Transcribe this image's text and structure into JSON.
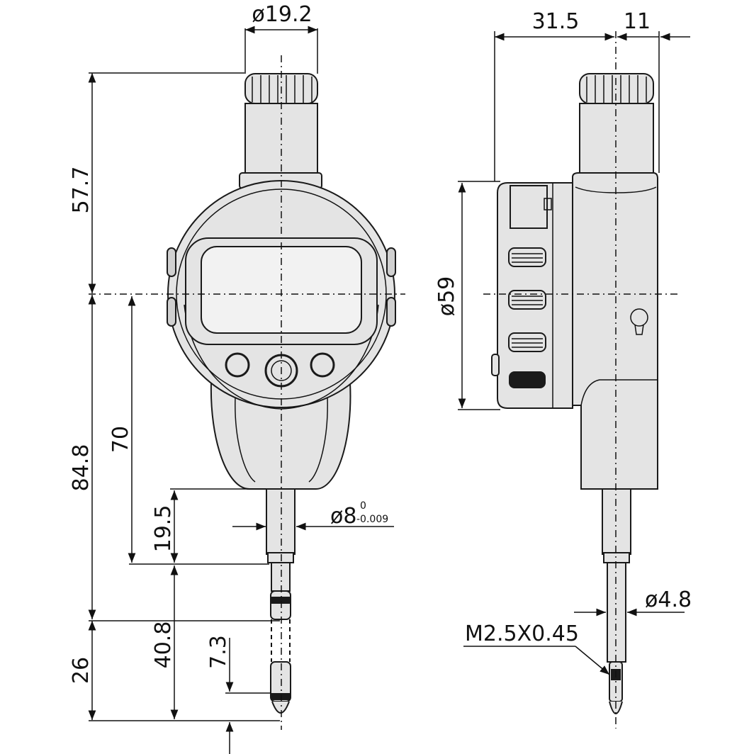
{
  "front_view": {
    "dims": {
      "cap_diameter": "ø19.2",
      "height_top": "57.7",
      "height_middle": "84.8",
      "to_stem": "70",
      "stem_length": "19.5",
      "stem_diameter": "ø8",
      "stem_tol_upper": "0",
      "stem_tol_lower": "-0.009",
      "stroke_total": "40.8",
      "bottom": "26",
      "tip_length": "7.3"
    }
  },
  "side_view": {
    "dims": {
      "depth": "31.5",
      "offset": "11",
      "body_diameter": "ø59",
      "spindle_diameter": "ø4.8",
      "thread": "M2.5X0.45"
    }
  },
  "colors": {
    "body_fill": "#e4e4e4",
    "line": "#1a1a1a"
  }
}
